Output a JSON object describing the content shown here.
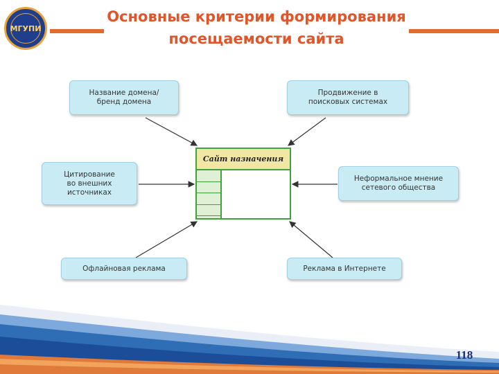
{
  "header": {
    "logo_text": "МГУПИ",
    "title_line1": "Основные критерии формирования",
    "title_line2": "посещаемости сайта"
  },
  "diagram": {
    "center_label": "Сайт назначения",
    "boxes": {
      "top_left": [
        "Название домена/",
        "бренд домена"
      ],
      "top_right": [
        "Продвижение в",
        "поисковых системах"
      ],
      "mid_left": [
        "Цитирование",
        "во внешних",
        "источниках"
      ],
      "mid_right": [
        "Неформальное мнение",
        "сетевого общества"
      ],
      "bottom_left": [
        "Офлайновая реклама"
      ],
      "bottom_right": [
        "Реклама в Интернете"
      ]
    }
  },
  "footer": {
    "page_number": "118"
  },
  "colors": {
    "title": "#e0562a",
    "title_bar": "#e36b2c",
    "box_fill": "#c9ecf4",
    "center_border": "#3fa33c",
    "center_header": "#f1e6a4",
    "footer_blue": "#2f6db5"
  }
}
